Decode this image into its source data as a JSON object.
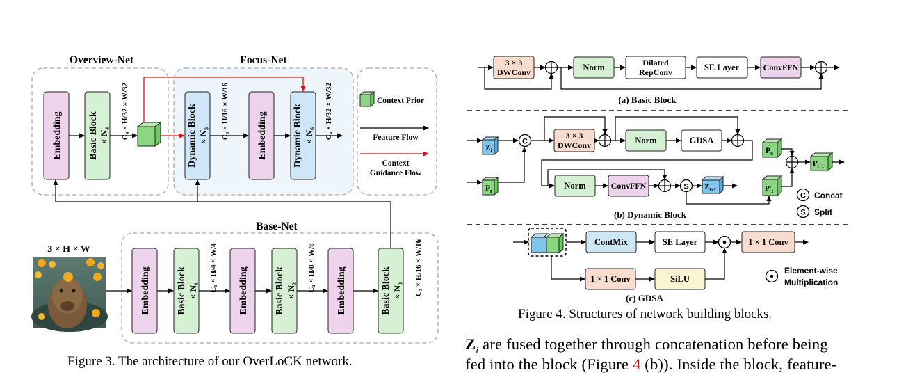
{
  "fig3": {
    "overview_title": "Overview-Net",
    "focus_title": "Focus-Net",
    "base_title": "Base-Net",
    "embedding": "Embedding",
    "basic_block": "Basic Block",
    "dynamic_block": "Dynamic Block",
    "n1": "× N₁",
    "n2": "× N₂",
    "n3": "× N₃",
    "n4": "× N₄",
    "n5": "× N₅",
    "n6": "× N₆",
    "input_size": "3 × H × W",
    "shape_c4_32": "C₄ × H/32 × W/32",
    "shape_c3_16": "C₃ × H/16 × W/16",
    "shape_c1_4": "C₁ × H/4 × W/4",
    "shape_c2_8": "C₂ × H/8 × W/8",
    "legend_context_prior": "Context Prior",
    "legend_feature_flow": "Feature Flow",
    "legend_guidance_1": "Context",
    "legend_guidance_2": "Guidance Flow",
    "caption": "Figure 3. The architecture of our OverLoCK network."
  },
  "fig4": {
    "dwconv_1": "3 × 3",
    "dwconv_2": "DWConv",
    "norm": "Norm",
    "dilated_1": "Dilated",
    "dilated_2": "RepConv",
    "se_layer": "SE Layer",
    "convffn": "ConvFFN",
    "sub_a": "(a) Basic Block",
    "gdsa": "GDSA",
    "z_i": "Z",
    "z_i_sub": "i",
    "p_i": "P",
    "p_i_sub": "i",
    "z_next_sub": "i+1",
    "p_o": "P",
    "p_o_sub": "o",
    "p_prime": "P'",
    "p_next_sub": "i+1",
    "concat_symbol": "C",
    "split_symbol": "S",
    "concat_label": "Concat",
    "split_label": "Split",
    "sub_b": "(b) Dynamic Block",
    "contmix": "ContMix",
    "conv1x1": "1 × 1 Conv",
    "silu": "SiLU",
    "elementwise_1": "Element-wise",
    "elementwise_2": "Multiplication",
    "sub_c": "(c) GDSA",
    "caption": "Figure 4. Structures of network building blocks."
  },
  "body": {
    "line1_z": "Z",
    "line1_sub": "i",
    "line1_rest": " are fused together through concatenation before being",
    "line2_pre": "fed into the block (Figure ",
    "line2_ref": "4",
    "line2_post": " (b)). Inside the block, feature-"
  },
  "colors": {
    "pink": "#EDD4EC",
    "green": "#D5F0D2",
    "blue": "#CFE6F6",
    "peach": "#F8DDCF",
    "yellow": "#FBF5D2",
    "red": "#E11010",
    "cube_green": "#8BD680",
    "cube_blue": "#7FC5EE"
  }
}
